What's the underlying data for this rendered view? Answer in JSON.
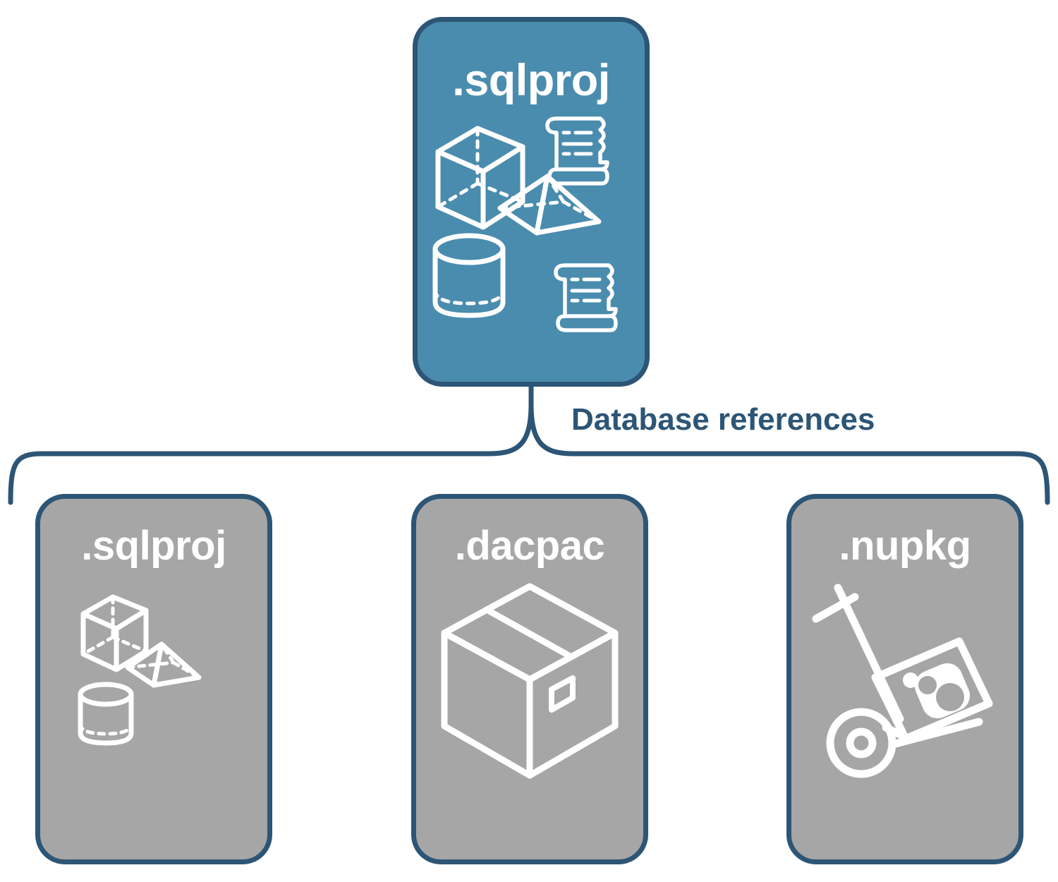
{
  "diagram": {
    "title_text": "Database references",
    "colors": {
      "accent_teal": "#4a8cae",
      "neutral_gray": "#a6a6a6",
      "outline_blue": "#2d5575",
      "icon_white": "#ffffff",
      "background": "#ffffff"
    },
    "root_node": {
      "label": ".sqlproj",
      "fill": "#4a8cae",
      "icons": [
        "cube-icon",
        "scroll-icon",
        "pyramid-icon",
        "cylinder-icon",
        "scroll-icon"
      ]
    },
    "connector": {
      "label": "Database references",
      "style": "curly-brace",
      "branch_count": 3
    },
    "reference_nodes": [
      {
        "label": ".sqlproj",
        "fill": "#a6a6a6",
        "icons": [
          "cube-icon",
          "pyramid-icon",
          "cylinder-icon"
        ]
      },
      {
        "label": ".dacpac",
        "fill": "#a6a6a6",
        "icons": [
          "package-box-icon"
        ]
      },
      {
        "label": ".nupkg",
        "fill": "#a6a6a6",
        "icons": [
          "hand-truck-icon"
        ]
      }
    ]
  }
}
